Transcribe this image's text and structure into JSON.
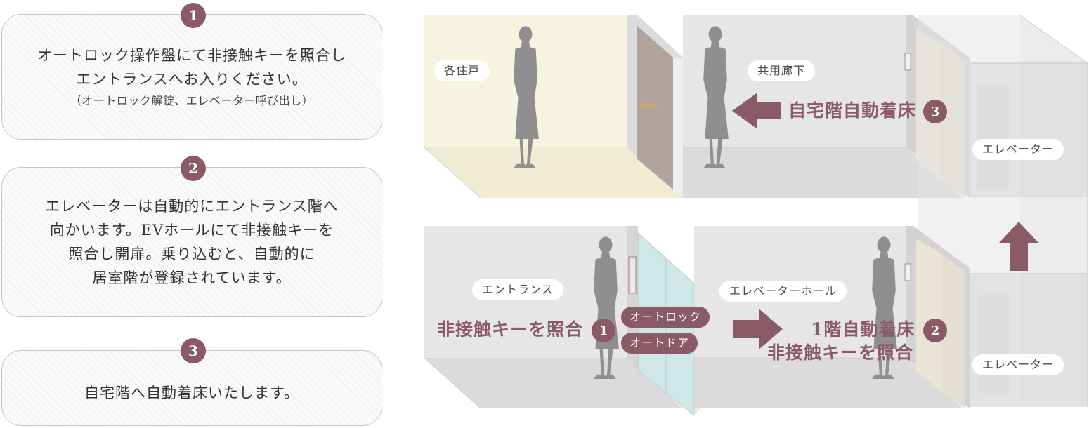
{
  "steps": [
    {
      "number": "1",
      "lines": [
        "オートロック操作盤にて非接触キーを照合し",
        "エントランスへお入りください。"
      ],
      "sub": "（オートロック解錠、エレベーター呼び出し）"
    },
    {
      "number": "2",
      "lines": [
        "エレベーターは自動的にエントランス階へ",
        "向かいます。EVホールにて非接触キーを",
        "照合し開扉。乗り込むと、自動的に",
        "居室階が登録されています。"
      ]
    },
    {
      "number": "3",
      "lines": [
        "自宅階へ自動着床いたします。"
      ]
    }
  ],
  "diagram": {
    "upper": {
      "area_residence": "各住戸",
      "area_corridor": "共用廊下",
      "elevator_label": "エレベーター",
      "callout": {
        "text": "自宅階自動着床",
        "number": "3"
      }
    },
    "lower": {
      "area_entrance": "エントランス",
      "area_hall": "エレベーターホール",
      "elevator_label": "エレベーター",
      "tag_autolock": "オートロック",
      "tag_autodoor": "オートドア",
      "callout_entrance": {
        "text": "非接触キーを照合",
        "number": "1"
      },
      "callout_hall": {
        "line1": "1階自動着床",
        "line2": "非接触キーを照合",
        "number": "2"
      }
    },
    "colors": {
      "accent": "#8a5a66",
      "room_wall": "#e6e5e6",
      "residence_floor": "#f6f2df",
      "silhouette": "#8f8f8f",
      "glass_door": "#cfe7e6",
      "elevator_door": "#e9e4d6"
    }
  }
}
